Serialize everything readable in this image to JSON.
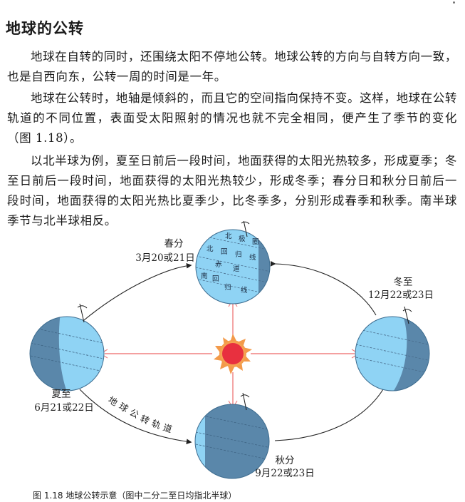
{
  "heading": "地球的公转",
  "paragraphs": [
    "地球在自转的同时，还围绕太阳不停地公转。地球公转的方向与自转方向一致，也是自西向东，公转一周的时间是一年。",
    "地球在公转时，地轴是倾斜的，而且它的空间指向保持不变。这样，地球在公转轨道的不同位置，表面受太阳照射的情况也就不完全相同，便产生了季节的变化（图 1.18）。",
    "以北半球为例，夏至日前后一段时间，地面获得的太阳光热较多，形成夏季；冬至日前后一段时间，地面获得的太阳光热较少，形成冬季；春分日和秋分日前后一段时间，地面获得的太阳光热比夏季少，比冬季多，分别形成春季和秋季。南半球季节与北半球相反。"
  ],
  "figure": {
    "caption": "图 1.18  地球公转示意（图中二分二至日均指北半球）",
    "orbit_label_chars": [
      "地",
      "球",
      "公",
      "转",
      "轨",
      "道"
    ],
    "positions": {
      "spring": {
        "name": "春分",
        "date": "3月20或21日"
      },
      "winter": {
        "name": "冬至",
        "date": "12月22或23日"
      },
      "summer": {
        "name": "夏至",
        "date": "6月21或22日"
      },
      "autumn": {
        "name": "秋分",
        "date": "9月22或23日"
      }
    },
    "globe_labels": {
      "arctic": [
        "北",
        "极",
        "圈"
      ],
      "tropic_n": [
        "北",
        "回",
        "归",
        "线"
      ],
      "equator": [
        "赤",
        "道"
      ],
      "tropic_s": [
        "南",
        "回",
        "归",
        "线"
      ]
    },
    "colors": {
      "day": "#8fd3f4",
      "night": "#5a87aa",
      "sun_core": "#e8303f",
      "sun_glow": "#f39a4a",
      "rays": "#f08080"
    }
  }
}
